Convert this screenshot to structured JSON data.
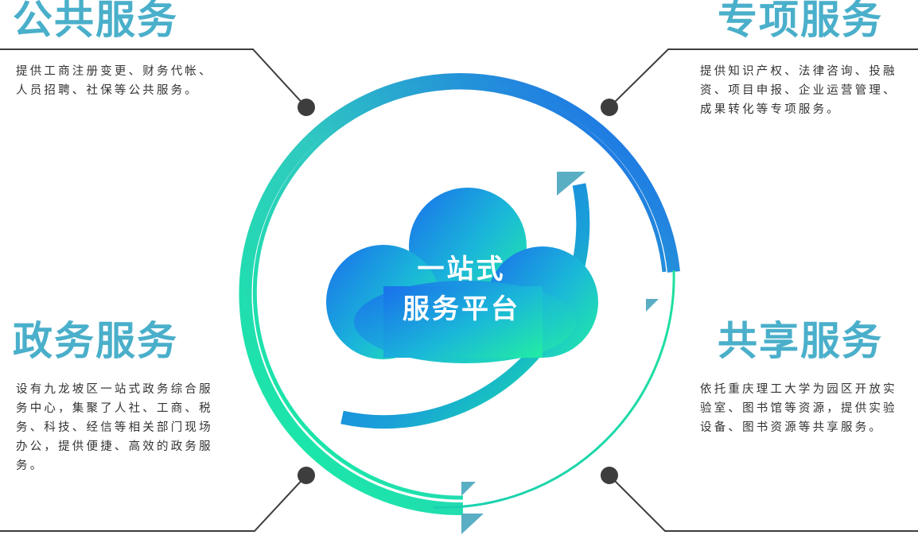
{
  "center": {
    "line1": "一站式",
    "line2": "服务平台"
  },
  "sections": {
    "public": {
      "title": "公共服务",
      "text": "提供工商注册变更、财务代帐、人员招聘、社保等公共服务。"
    },
    "special": {
      "title": "专项服务",
      "text": "提供知识产权、法律咨询、投融资、项目申报、企业运营管理、成果转化等专项服务。"
    },
    "gov": {
      "title": "政务服务",
      "text": "设有九龙坡区一站式政务综合服务中心，集聚了人社、工商、税务、科技、经信等相关部门现场办公，提供便捷、高效的政务服务。"
    },
    "shared": {
      "title": "共享服务",
      "text": "依托重庆理工大学为园区开放实验室、图书馆等资源，提供实验设备、图书资源等共享服务。"
    }
  },
  "colors": {
    "heading": "#4aafca",
    "green": "#1ee59a",
    "blue": "#1e6be8",
    "connector": "#3d3d3d",
    "arrow": "#5aaec4"
  }
}
